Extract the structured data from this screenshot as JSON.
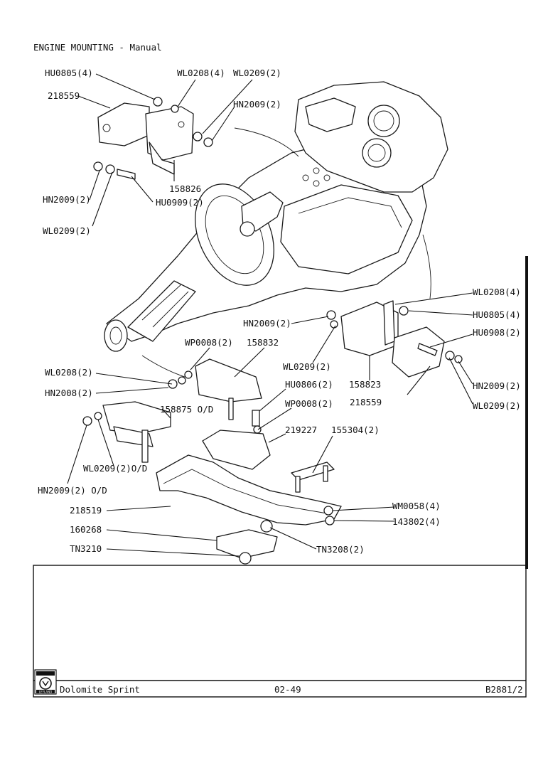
{
  "header": {
    "title": "ENGINE MOUNTING - Manual"
  },
  "labels": {
    "hu0805_4_top": "HU0805(4)",
    "wl0208_4_top": "WL0208(4)",
    "wl0209_2_top": "WL0209(2)",
    "p218559_top": "218559",
    "hn2009_2_topright": "HN2009(2)",
    "p158826": "158826",
    "hn2009_2_left": "HN2009(2)",
    "hu0909_2": "HU0909(2)",
    "wl0209_2_left": "WL0209(2)",
    "wl0208_4_right": "WL0208(4)",
    "hn2009_2_mid": "HN2009(2)",
    "hu0805_4_right": "HU0805(4)",
    "hu0908_2": "HU0908(2)",
    "wp0008_2_a": "WP0008(2)",
    "p158832": "158832",
    "wl0209_2_mid": "WL0209(2)",
    "wl0208_2": "WL0208(2)",
    "hu0806_2": "HU0806(2)",
    "p158823": "158823",
    "hn2009_2_right": "HN2009(2)",
    "hn2008_2": "HN2008(2)",
    "wp0008_2_b": "WP0008(2)",
    "p218559_right": "218559",
    "wl0209_2_right": "WL0209(2)",
    "p158875_od": "158875 O/D",
    "p219227": "219227",
    "p155304_2": "155304(2)",
    "wl0209_2_od": "WL0209(2)O/D",
    "hn2009_2_od": "HN2009(2) O/D",
    "wm0058_4": "WM0058(4)",
    "p218519": "218519",
    "p143802_4": "143802(4)",
    "p160268": "160268",
    "tn3208_2": "TN3208(2)",
    "tn3210": "TN3210"
  },
  "footer": {
    "logo_text": "LEYLAND",
    "model": "Dolomite Sprint",
    "page": "02-49",
    "ref": "B2881/2"
  },
  "icons": {
    "logo": "leyland-logo-icon"
  }
}
